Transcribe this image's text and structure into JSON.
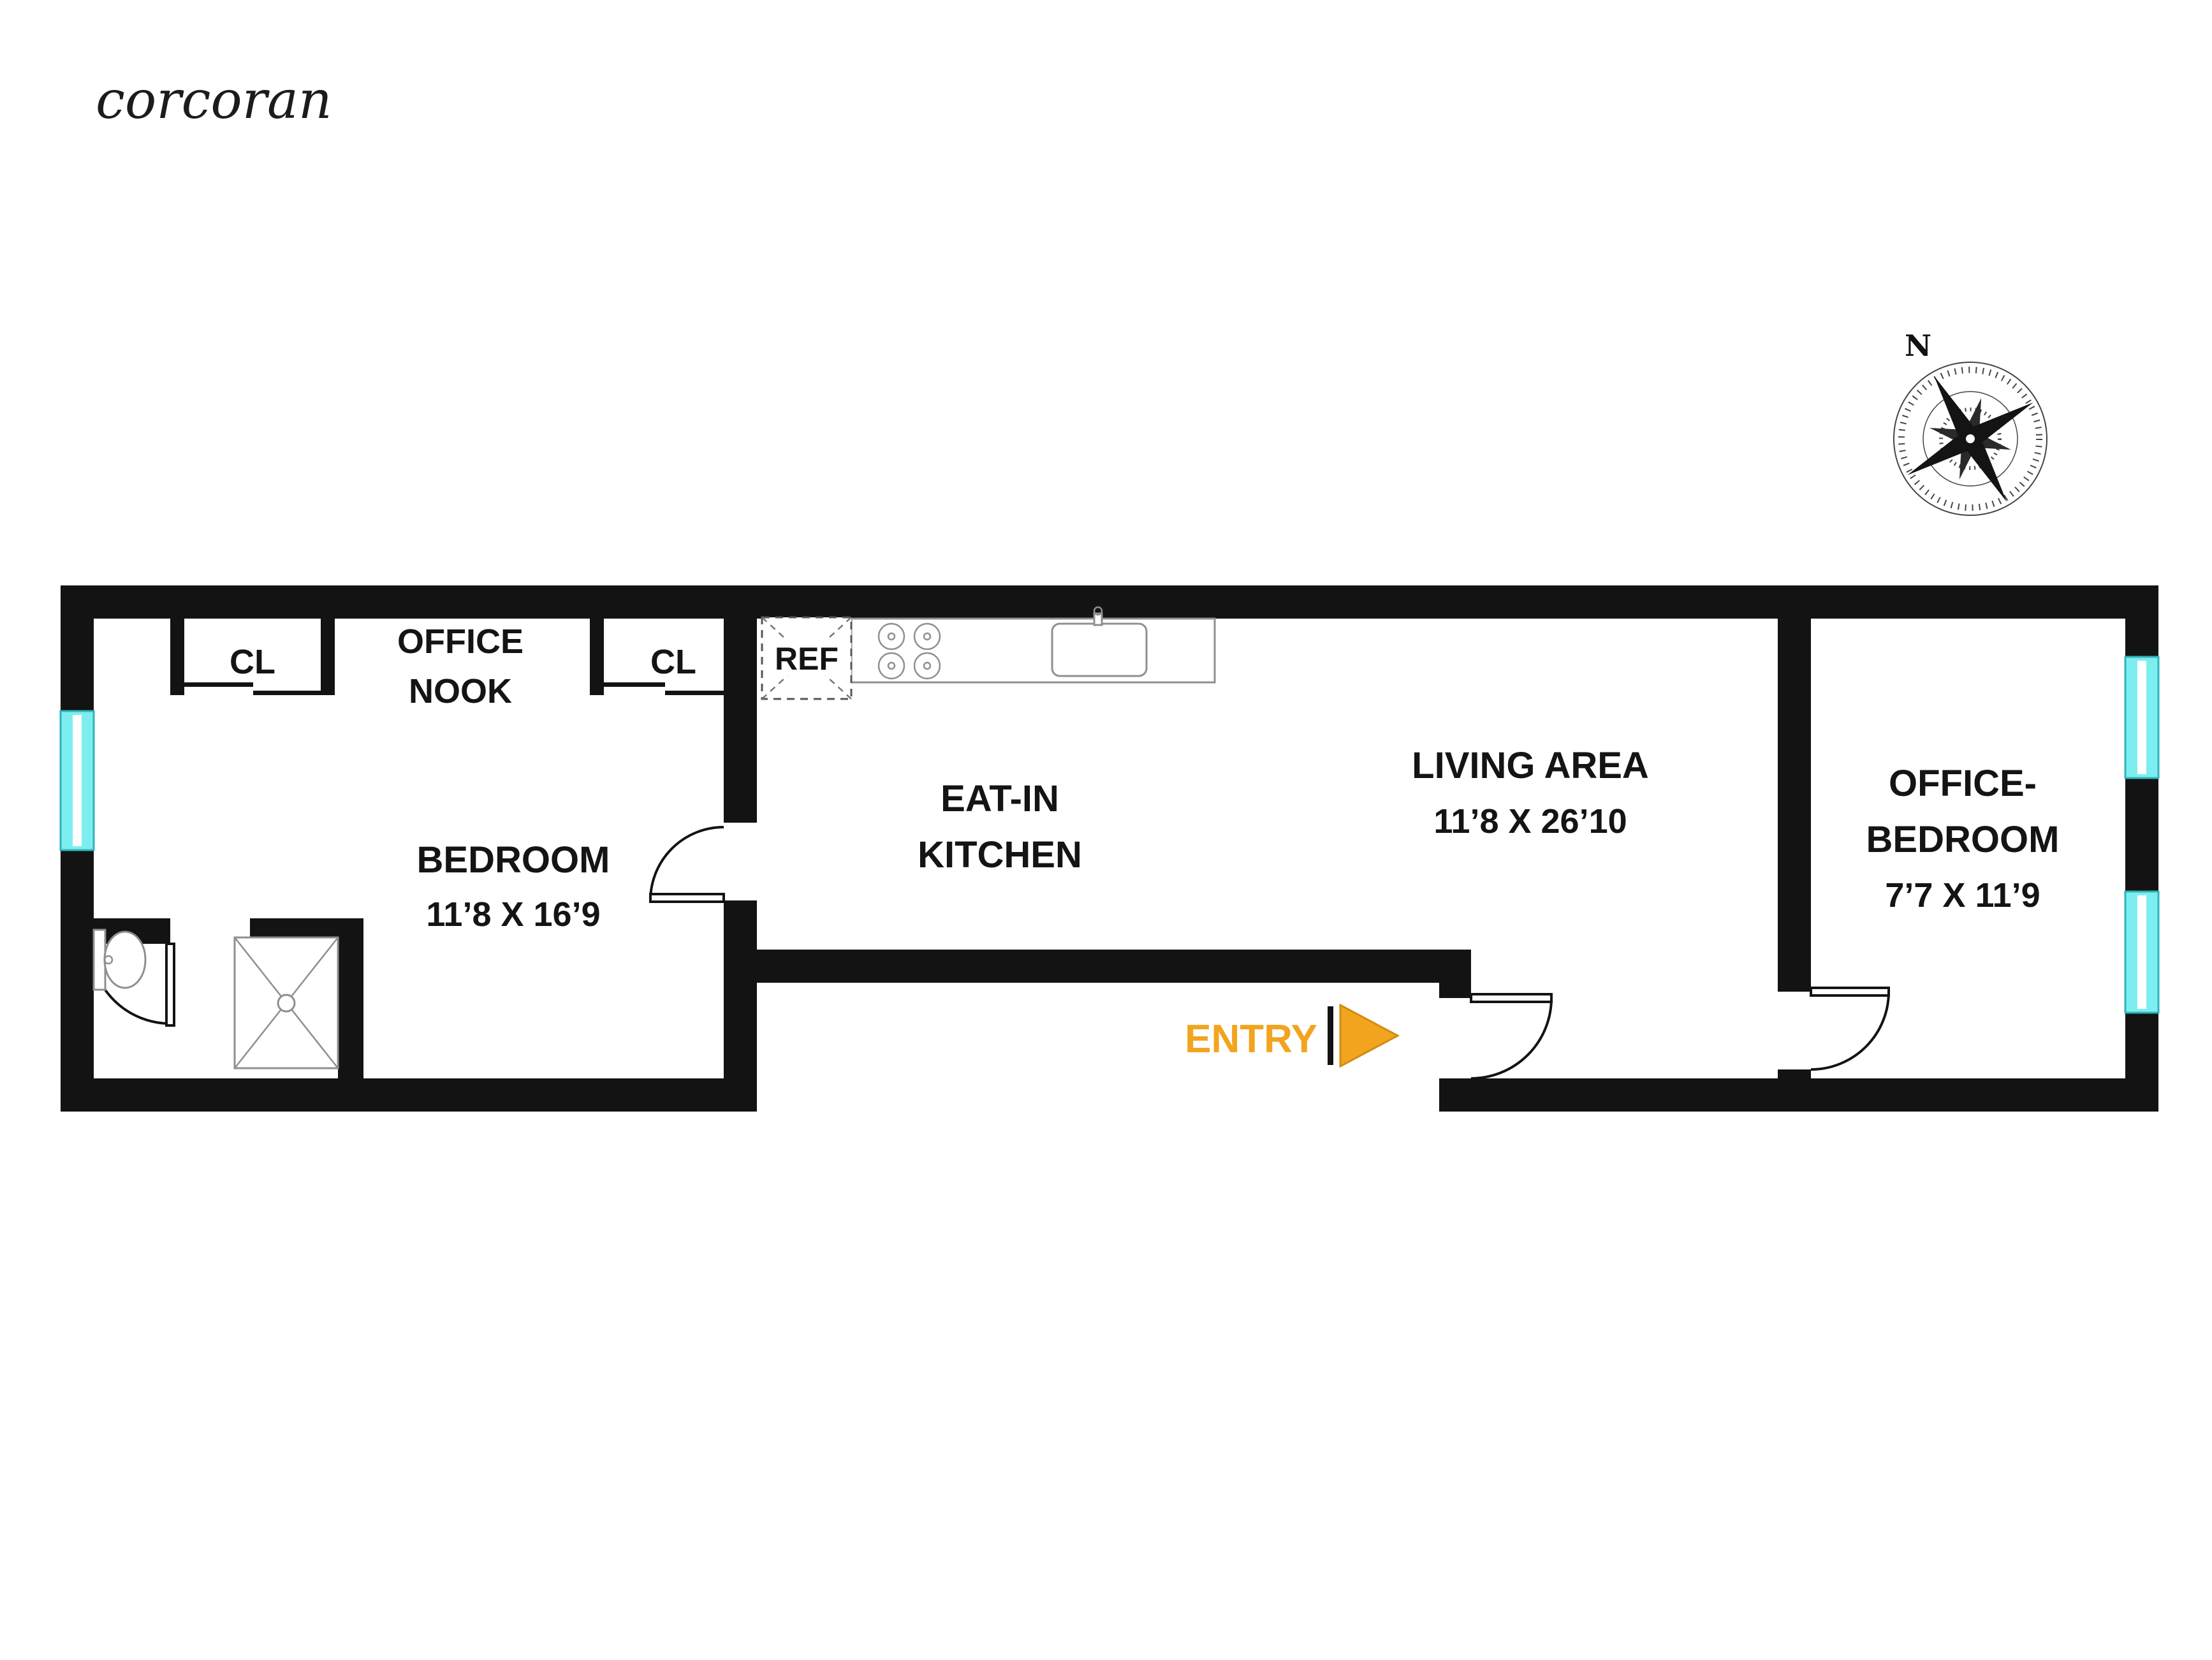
{
  "brand": {
    "logo_text": "corcoran"
  },
  "compass": {
    "north_label": "N"
  },
  "floorplan": {
    "labels": {
      "closet_left": "CL",
      "closet_right": "CL",
      "office_nook_line1": "OFFICE",
      "office_nook_line2": "NOOK",
      "ref": "REF",
      "bedroom_name": "BEDROOM",
      "bedroom_dims": "11’8 X 16’9",
      "kitchen_line1": "EAT-IN",
      "kitchen_line2": "KITCHEN",
      "living_name": "LIVING AREA",
      "living_dims": "11’8 X 26’10",
      "office_bedroom_line1": "OFFICE-",
      "office_bedroom_line2": "BEDROOM",
      "office_bedroom_dims": "7’7 X 11’9",
      "entry": "ENTRY"
    },
    "colors": {
      "wall": "#131313",
      "window_fill": "#7deef0",
      "window_stroke": "#2fb3ba",
      "entry_accent": "#f2a41f",
      "fixture_stroke": "#8f8f8f"
    }
  }
}
